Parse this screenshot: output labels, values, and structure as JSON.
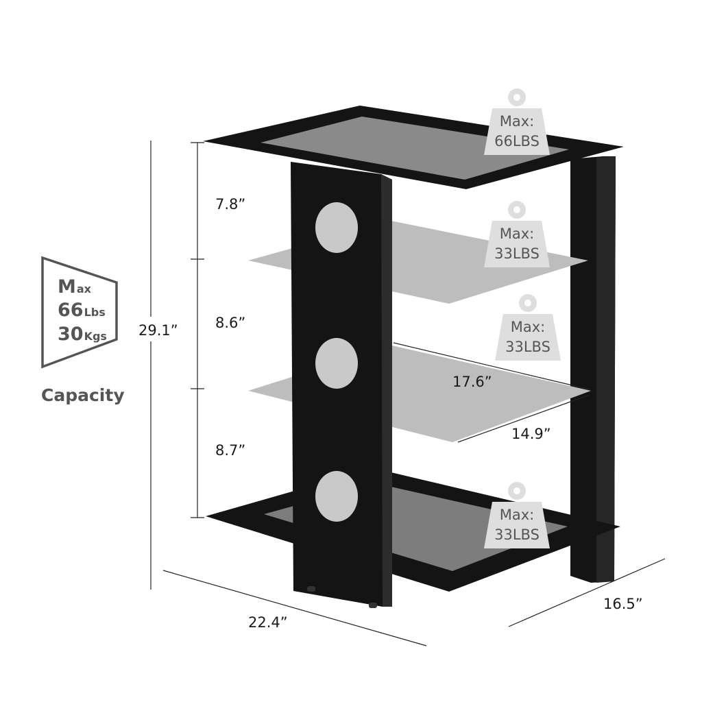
{
  "capacity_badge": {
    "line1_big": "M",
    "line1_small": "ax",
    "line2_big": "66",
    "line2_small": "Lbs",
    "line3_big": "30",
    "line3_small": "Kgs",
    "caption": "Capacity"
  },
  "dimensions": {
    "total_height": "29.1”",
    "tier_1_height": "7.8”",
    "tier_2_height": "8.6”",
    "tier_3_height": "8.7”",
    "shelf_width": "17.6”",
    "shelf_depth": "14.9”",
    "overall_width": "22.4”",
    "overall_depth": "16.5”"
  },
  "weights": [
    {
      "line1": "Max:",
      "line2": "66LBS"
    },
    {
      "line1": "Max:",
      "line2": "33LBS"
    },
    {
      "line1": "Max:",
      "line2": "33LBS"
    },
    {
      "line1": "Max:",
      "line2": "33LBS"
    }
  ],
  "colors": {
    "frame": "#141414",
    "glass_clear": "#bdbdbd",
    "glass_tinted": "#7d7d7d",
    "badge_gray": "#dedede",
    "label_gray": "#555555"
  }
}
